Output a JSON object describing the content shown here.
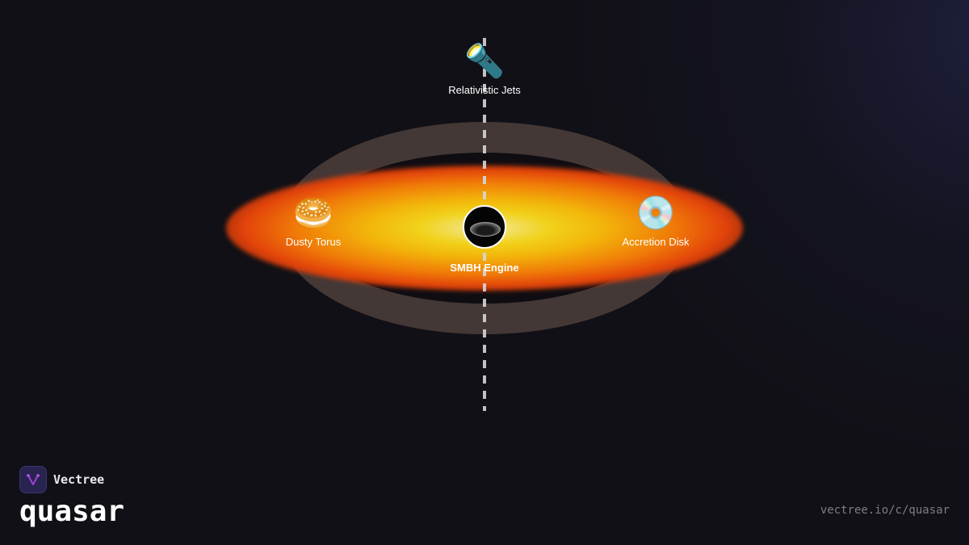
{
  "diagram": {
    "title": "quasar",
    "components": [
      {
        "id": "jets",
        "label": "Relativistic Jets",
        "icon": "flashlight-icon",
        "glyph": "🔦"
      },
      {
        "id": "torus",
        "label": "Dusty Torus",
        "icon": "bagel-icon",
        "glyph": "🥯"
      },
      {
        "id": "smbh",
        "label": "SMBH Engine",
        "icon": "black-hole-icon"
      },
      {
        "id": "disk",
        "label": "Accretion Disk",
        "icon": "disc-icon",
        "glyph": "💿"
      }
    ],
    "colors": {
      "background": "#111016",
      "torus_ring": "#433836",
      "disk_core": "#f1d21a",
      "disk_edge": "#e2430a",
      "jet_axis": "#d6d6d6"
    }
  },
  "brand": {
    "name": "Vectree",
    "product": "quasar",
    "logo_color": "#a23fd6",
    "url": "vectree.io/c/quasar"
  }
}
